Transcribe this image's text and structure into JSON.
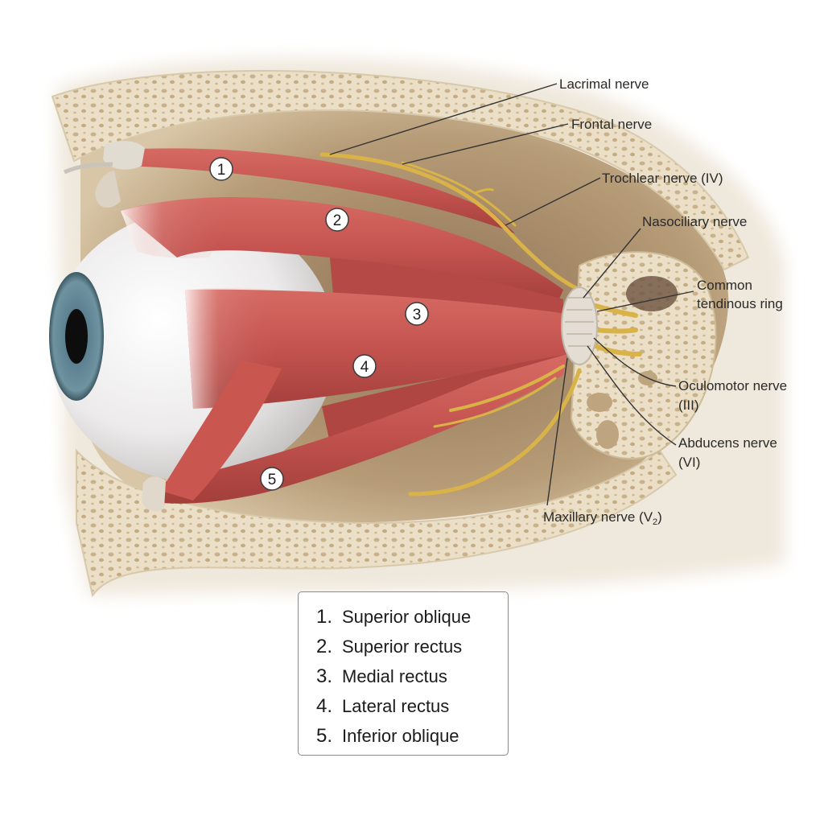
{
  "muscles": [
    {
      "number": "1",
      "name": "Superior oblique"
    },
    {
      "number": "2",
      "name": "Superior rectus"
    },
    {
      "number": "3",
      "name": "Medial rectus"
    },
    {
      "number": "4",
      "name": "Lateral rectus"
    },
    {
      "number": "5",
      "name": "Inferior oblique"
    }
  ],
  "nerve_labels": [
    {
      "lines": [
        "Lacrimal nerve"
      ]
    },
    {
      "lines": [
        "Frontal nerve"
      ]
    },
    {
      "lines": [
        "Trochlear nerve (IV)"
      ]
    },
    {
      "lines": [
        "Nasociliary nerve"
      ]
    },
    {
      "lines": [
        "Common",
        "tendinous ring"
      ]
    },
    {
      "lines": [
        "Oculomotor nerve",
        "(III)"
      ]
    },
    {
      "lines": [
        "Abducens nerve",
        "(VI)"
      ]
    },
    {
      "lines": [
        "Maxillary nerve (V",
        ")"
      ],
      "subscript": "2"
    }
  ],
  "colors": {
    "muscle": "#c4534f",
    "muscle_dark": "#9e3a37",
    "nerve": "#d9b347",
    "bone": "#e8dcc4",
    "orbit_cavity": "#b89d78",
    "iris": "#5f8593",
    "sclera": "#eeeeee"
  }
}
